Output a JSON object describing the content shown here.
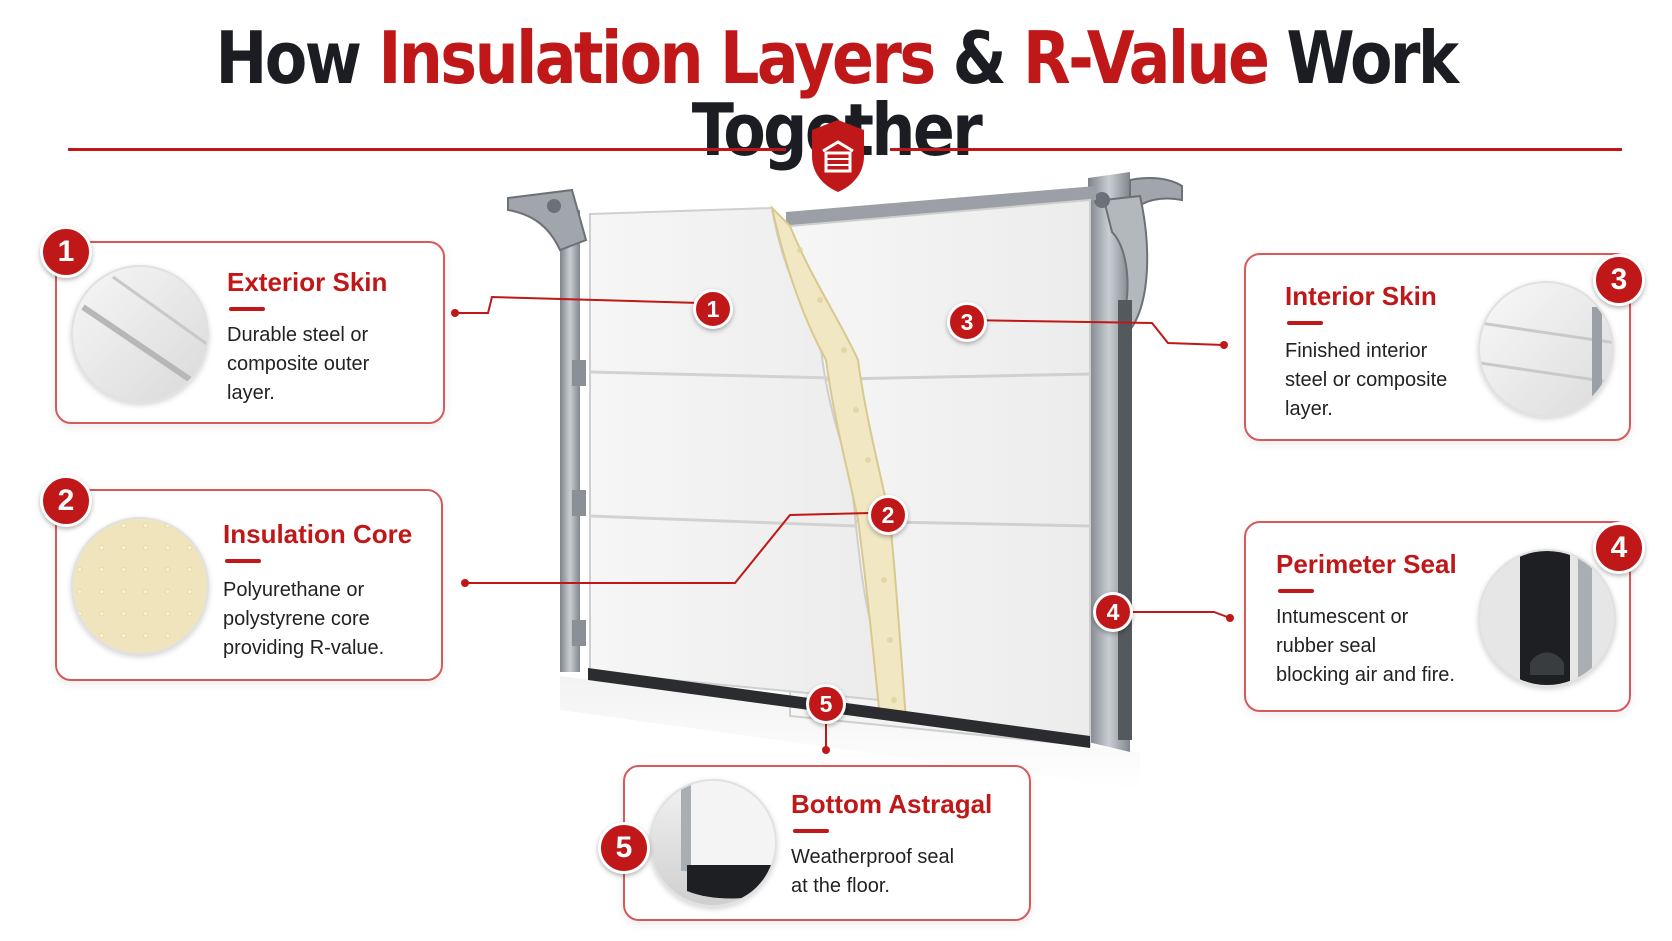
{
  "title": {
    "w1": "How ",
    "w2": "Insulation Layers",
    "w3": " & ",
    "w4": "R-Value",
    "w5": " Work Together"
  },
  "colors": {
    "accent": "#c01818",
    "foam": "#f1e7c3",
    "panel": "#f4f4f4",
    "frame": "#9aa0a6"
  },
  "icons": {
    "header": "garage-shield-icon"
  },
  "callouts": [
    {
      "number": "1",
      "title": "Exterior Skin",
      "desc": [
        "Durable steel or",
        "composite outer",
        "layer."
      ],
      "thumb": "steel-panel-closeup"
    },
    {
      "number": "2",
      "title": "Insulation Core",
      "desc": [
        "Polyurethane or",
        "polystyrene core",
        "providing R-value."
      ],
      "thumb": "foam-closeup"
    },
    {
      "number": "3",
      "title": "Interior Skin",
      "desc": [
        "Finished interior",
        "steel or composite",
        "layer."
      ],
      "thumb": "interior-panel-closeup"
    },
    {
      "number": "4",
      "title": "Perimeter Seal",
      "desc": [
        "Intumescent or",
        "rubber seal",
        "blocking air and fire."
      ],
      "thumb": "seal-closeup"
    },
    {
      "number": "5",
      "title": "Bottom Astragal",
      "desc": [
        "Weatherproof seal",
        "at the floor."
      ],
      "thumb": "astragal-closeup"
    }
  ]
}
